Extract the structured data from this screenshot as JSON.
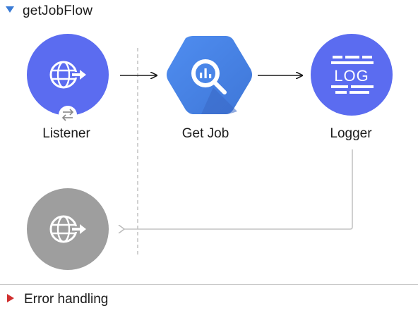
{
  "flow": {
    "name": "getJobFlow"
  },
  "nodes": {
    "listener": {
      "label": "Listener",
      "color": "#5b6cf0"
    },
    "get_job": {
      "label": "Get Job",
      "color": "#4a86e8"
    },
    "logger": {
      "label": "Logger",
      "color": "#5b6cf0",
      "icon_text": "LOG"
    },
    "response": {
      "color": "#9e9e9e"
    }
  },
  "error_handling": {
    "label": "Error handling"
  },
  "icons": {
    "listener": "globe-arrow-icon",
    "get_job": "bigquery-magnifier-icon",
    "logger": "log-icon",
    "response": "globe-arrow-icon",
    "source_badge": "swap-arrows-icon"
  }
}
